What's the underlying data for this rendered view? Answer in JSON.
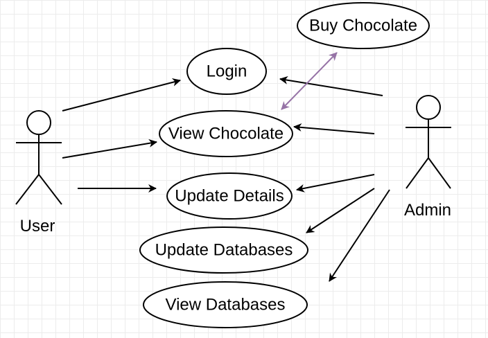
{
  "diagram": {
    "actors": {
      "user": {
        "label": "User"
      },
      "admin": {
        "label": "Admin"
      }
    },
    "use_cases": {
      "buy_chocolate": "Buy Chocolate",
      "login": "Login",
      "view_chocolate": "View Chocolate",
      "update_details": "Update Details",
      "update_databases": "Update Databases",
      "view_databases": "View Databases"
    },
    "relations": [
      {
        "from": "User",
        "to": "Login",
        "type": "association"
      },
      {
        "from": "User",
        "to": "View Chocolate",
        "type": "association"
      },
      {
        "from": "User",
        "to": "Update Details",
        "type": "association"
      },
      {
        "from": "Admin",
        "to": "Login",
        "type": "association"
      },
      {
        "from": "Admin",
        "to": "View Chocolate",
        "type": "association"
      },
      {
        "from": "Admin",
        "to": "Update Details",
        "type": "association"
      },
      {
        "from": "Admin",
        "to": "Update Databases",
        "type": "association"
      },
      {
        "from": "Admin",
        "to": "View Databases",
        "type": "association"
      },
      {
        "from": "View Chocolate",
        "to": "Buy Chocolate",
        "type": "bidirectional"
      }
    ],
    "colors": {
      "line": "#000000",
      "bidirectional_link": "#9673a6",
      "grid": "#ececec",
      "background": "#ffffff"
    }
  }
}
